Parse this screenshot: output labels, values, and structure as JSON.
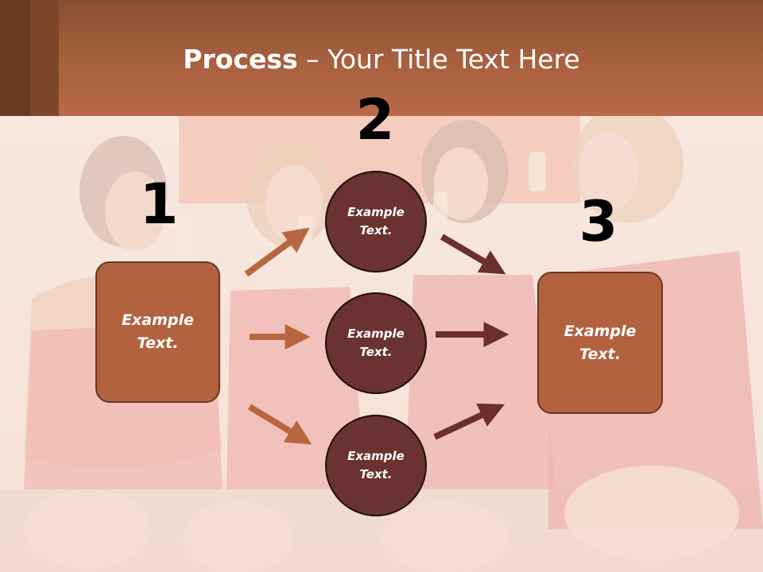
{
  "slide": {
    "title_bold": "Process",
    "title_rest": " – Your Title Text Here"
  },
  "diagram": {
    "steps": [
      {
        "number": "1",
        "label": "Example Text."
      },
      {
        "number": "2",
        "label": ""
      },
      {
        "number": "3",
        "label": "Example Text."
      }
    ],
    "middle_nodes": [
      {
        "label": "Example Text."
      },
      {
        "label": "Example Text."
      },
      {
        "label": "Example Text."
      }
    ]
  },
  "colors": {
    "header": "#a9613f",
    "box_fill": "#b2623e",
    "circle_fill": "#6a3232",
    "arrow_left": "#b8663f",
    "arrow_right": "#6b2f2f"
  }
}
